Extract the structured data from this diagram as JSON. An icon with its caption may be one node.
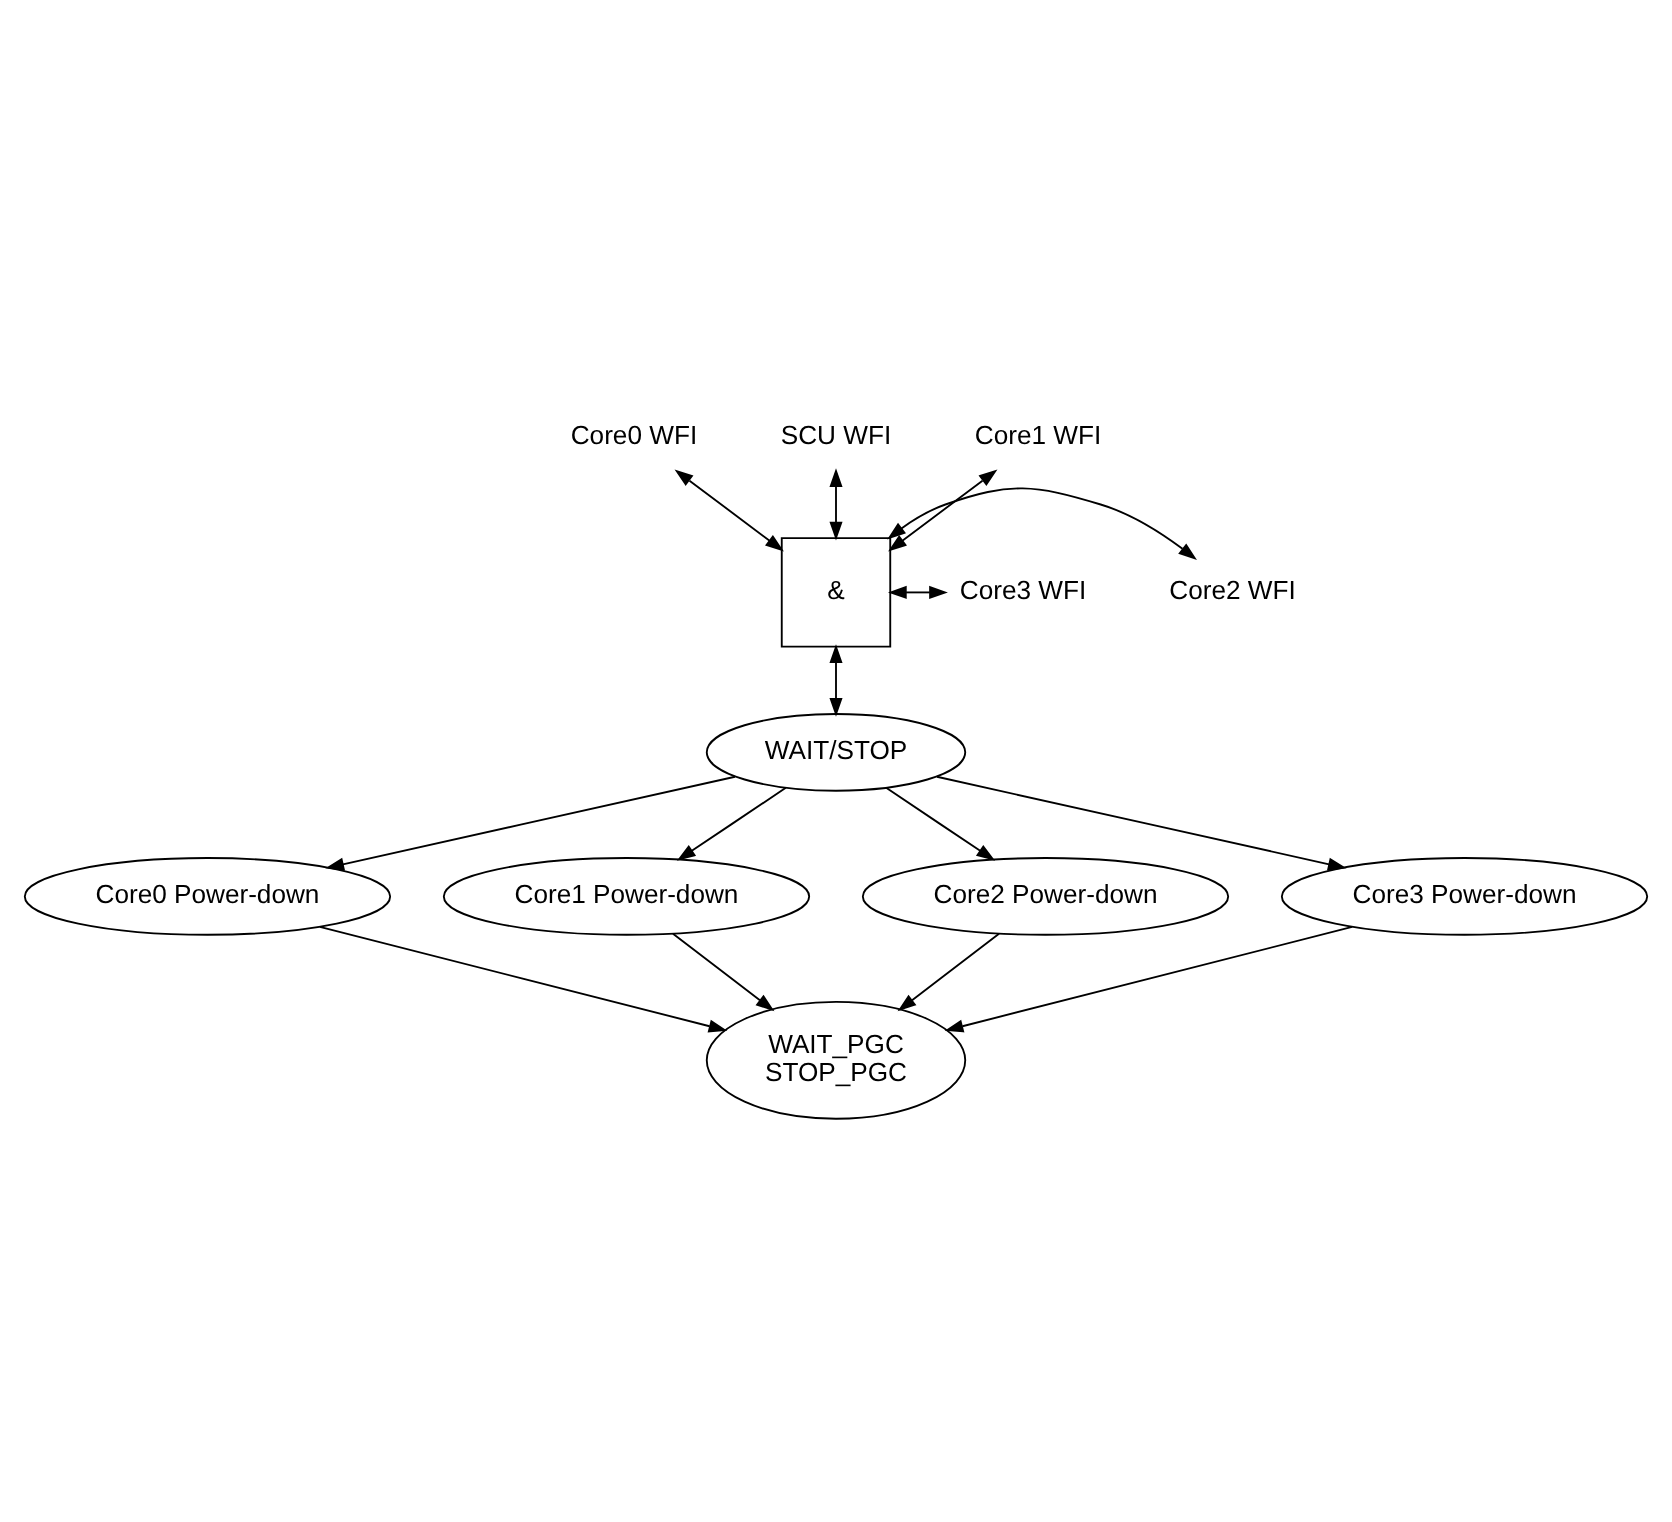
{
  "diagram": {
    "nodes": [
      {
        "text": [
          "Core0 WFI"
        ]
      },
      {
        "text": [
          "SCU WFI"
        ]
      },
      {
        "text": [
          "Core1 WFI"
        ]
      },
      {
        "text": [
          "&"
        ]
      },
      {
        "text": [
          "Core2 WFI"
        ]
      },
      {
        "text": [
          "Core3 WFI"
        ]
      },
      {
        "text": [
          "WAIT/STOP"
        ]
      },
      {
        "text": [
          "Core0 Power-down"
        ]
      },
      {
        "text": [
          "Core1 Power-down"
        ]
      },
      {
        "text": [
          "Core2 Power-down"
        ]
      },
      {
        "text": [
          "Core3 Power-down"
        ]
      },
      {
        "text": [
          "WAIT_PGC",
          "STOP_PGC"
        ]
      }
    ],
    "edges": [
      {
        "from": 3,
        "to": 0,
        "arrow": "both"
      },
      {
        "from": 3,
        "to": 1,
        "arrow": "both"
      },
      {
        "from": 3,
        "to": 2,
        "arrow": "both"
      },
      {
        "from": 3,
        "to": 4,
        "arrow": "both"
      },
      {
        "from": 3,
        "to": 5,
        "arrow": "both"
      },
      {
        "from": 3,
        "to": 6,
        "arrow": "both"
      },
      {
        "from": 6,
        "to": 7,
        "arrow": "to"
      },
      {
        "from": 6,
        "to": 8,
        "arrow": "to"
      },
      {
        "from": 6,
        "to": 9,
        "arrow": "to"
      },
      {
        "from": 6,
        "to": 10,
        "arrow": "to"
      },
      {
        "from": 7,
        "to": 11,
        "arrow": "to"
      },
      {
        "from": 8,
        "to": 11,
        "arrow": "to"
      },
      {
        "from": 9,
        "to": 11,
        "arrow": "to"
      },
      {
        "from": 10,
        "to": 11,
        "arrow": "to"
      }
    ]
  }
}
